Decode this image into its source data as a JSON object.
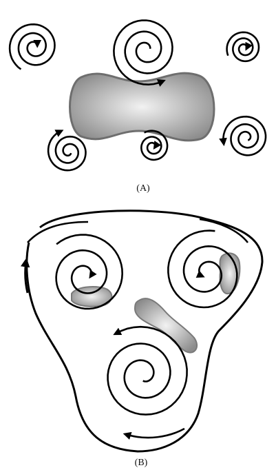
{
  "panels": [
    {
      "id": "A",
      "label": "(A)"
    },
    {
      "id": "B",
      "label": "(B)"
    }
  ],
  "colors": {
    "stroke": "#000000",
    "blob_light": "#eeeeee",
    "blob_dark": "#8a8a8a",
    "blob_edge": "#6b6b6b"
  }
}
